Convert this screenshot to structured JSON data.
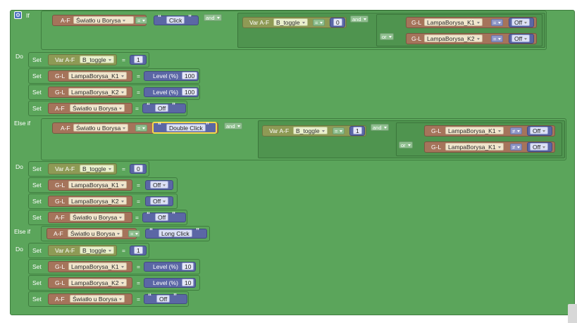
{
  "labels": {
    "if": "If",
    "do": "Do",
    "else_if": "Else if",
    "set": "Set",
    "and": "and",
    "or": "or",
    "eq": "=",
    "neq": "≠",
    "af": "A-F",
    "gl": "G-L",
    "var_af": "Var A-F",
    "level_pct": "Level (%)",
    "quote_open": "“",
    "quote_close": "”"
  },
  "names": {
    "swiatlo": "Światło u Borysa",
    "b_toggle": "B_toggle",
    "lampa_k1": "LampaBorysa_K1",
    "lampa_k2": "LampaBorysa_K2"
  },
  "values": {
    "click": "Click",
    "double_click": "Double Click",
    "long_click": "Long Click",
    "off": "Off",
    "off_text": "Off",
    "zero": "0",
    "one": "1",
    "level_100": "100",
    "level_10": "10"
  }
}
